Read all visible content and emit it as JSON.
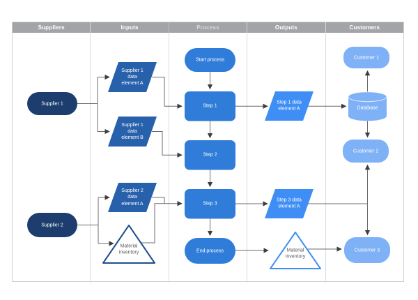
{
  "diagram_type": "SIPOC flowchart",
  "header": {
    "labels": [
      "Suppliers",
      "Inputs",
      "Process",
      "Outputs",
      "Customers"
    ]
  },
  "nodes": {
    "supplier1": "Supplier 1",
    "supplier2": "Supplier 2",
    "input_a": "Supplier 1 data element A",
    "input_b": "Supplier 1 data element B",
    "input_s2a": "Supplier 2 data element A",
    "input_inventory": "Material inventory",
    "start": "Start process",
    "step1": "Step 1",
    "step2": "Step 2",
    "step3": "Step 3",
    "end": "End process",
    "output_step1": "Step 1 data element A",
    "output_step3": "Step 3 data element A",
    "output_inventory": "Material inventory",
    "customer1": "Customer 1",
    "customer2": "Customer 2",
    "customer3": "Customer 3",
    "database": "Database"
  },
  "colors": {
    "header_bg": "#a2a4a7",
    "header_text": "#ffffff",
    "supplier_fill": "#1c3d6d",
    "input_fill": "#2760ab",
    "process_fill": "#2f7cd9",
    "output_fill": "#3f8ef5",
    "customer_fill": "#7fb1f7",
    "input_triangle_stroke": "#1f4e8f",
    "output_triangle_stroke": "#3f8ef5",
    "triangle_text": "#595959",
    "connector": "#6b6b6b",
    "arrowhead": "#3d3d3d",
    "grid_border": "#dadbdc"
  }
}
